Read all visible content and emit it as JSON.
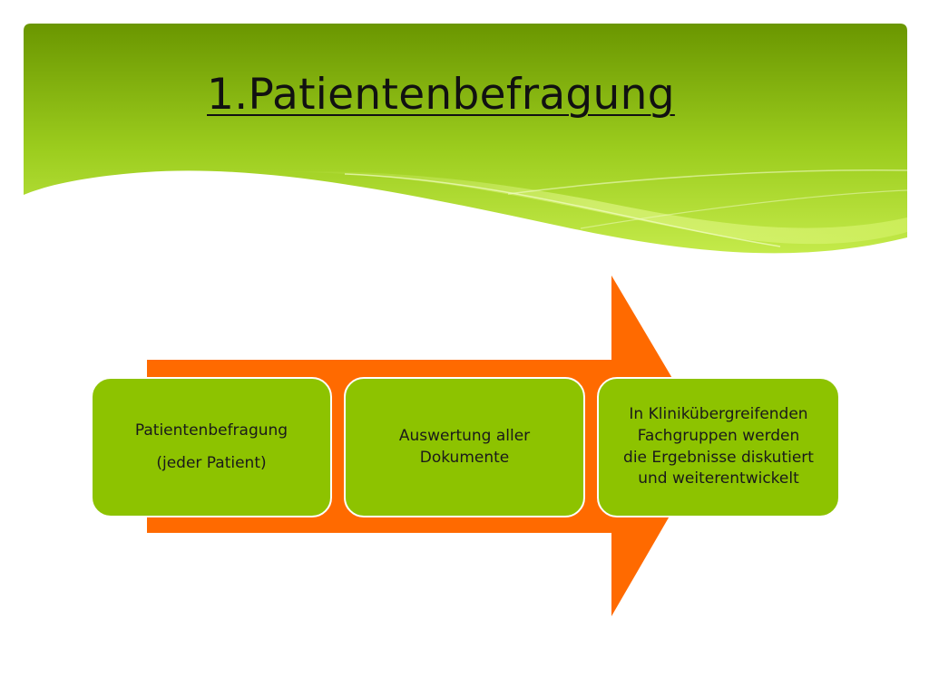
{
  "slide": {
    "title": "1.Patientenbefragung"
  },
  "colors": {
    "header_green_dark": "#6e9a00",
    "header_green_light": "#b8e03a",
    "arrow_orange": "#ff6a00",
    "box_green": "#8dc300",
    "box_border": "#ffffff",
    "title_text": "#111111"
  },
  "process": {
    "steps": [
      {
        "line1": "Patientenbefragung",
        "line2": "(jeder Patient)"
      },
      {
        "line1": "Auswertung aller",
        "line2": "Dokumente"
      },
      {
        "line1": "In Klinikübergreifenden",
        "line2": "Fachgruppen werden",
        "line3": "die Ergebnisse diskutiert",
        "line4": "und weiterentwickelt"
      }
    ]
  }
}
